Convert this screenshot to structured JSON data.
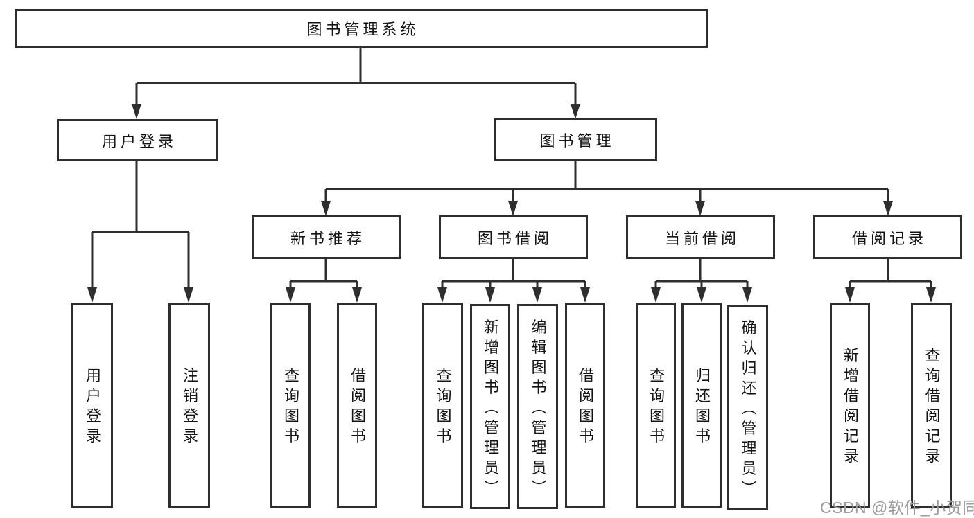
{
  "diagram": {
    "root_label": "图书管理系统",
    "user_login": {
      "label": "用户登录",
      "children": [
        "用户登录",
        "注销登录"
      ]
    },
    "book_management": {
      "label": "图书管理",
      "modules": [
        {
          "label": "新书推荐",
          "children": [
            "查询图书",
            "借阅图书"
          ]
        },
        {
          "label": "图书借阅",
          "children": [
            "查询图书",
            "新增图书（管理员）",
            "编辑图书（管理员）",
            "借阅图书"
          ]
        },
        {
          "label": "当前借阅",
          "children": [
            "查询图书",
            "归还图书",
            "确认归还（管理员）"
          ]
        },
        {
          "label": "借阅记录",
          "children": [
            "新增借阅记录",
            "查询借阅记录"
          ]
        }
      ]
    }
  },
  "watermark": "CSDN @软件_小贺同学",
  "colors": {
    "line": "#2e2e2e",
    "text": "#141414",
    "watermark": "#9c9c9c",
    "background": "#ffffff"
  }
}
